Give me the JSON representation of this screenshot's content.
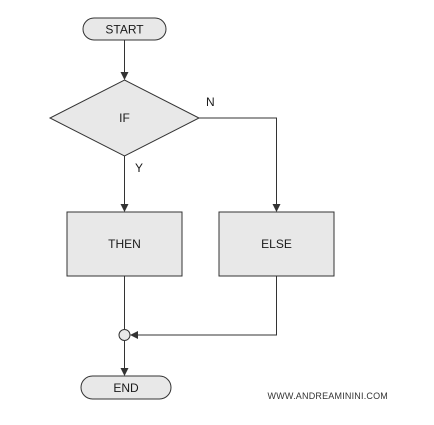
{
  "nodes": {
    "start": {
      "label": "START",
      "shape": "terminator"
    },
    "if": {
      "label": "IF",
      "shape": "decision"
    },
    "then": {
      "label": "THEN",
      "shape": "process"
    },
    "else": {
      "label": "ELSE",
      "shape": "process"
    },
    "end": {
      "label": "END",
      "shape": "terminator"
    },
    "merge": {
      "label": "",
      "shape": "connector"
    }
  },
  "edges": {
    "yes_label": "Y",
    "no_label": "N"
  },
  "watermark": "WWW.ANDREAMININI.COM",
  "colors": {
    "node_fill": "#e8e8e8",
    "stroke": "#333333",
    "text": "#1a1a1a"
  }
}
